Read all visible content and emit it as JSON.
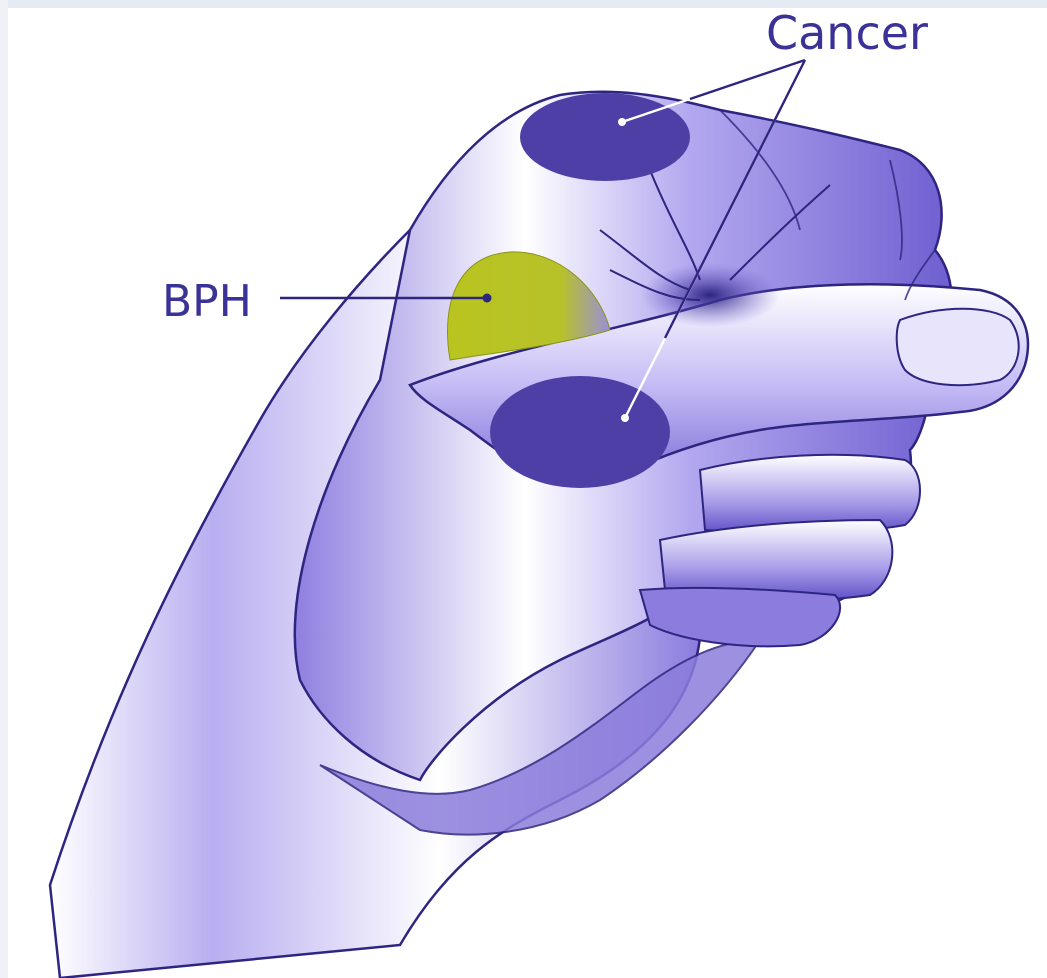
{
  "labels": {
    "cancer": "Cancer",
    "bph": "BPH"
  },
  "colors": {
    "outline": "#2d2580",
    "hand_fill": "#a79be6",
    "hand_light": "#ffffff",
    "cancer_region": "#4e3fa6",
    "bph_region": "#b7c22a",
    "label_text": "#3a3296",
    "background": "#ffffff",
    "frame_tint": "#dfe4ef"
  },
  "regions": [
    {
      "name": "cancer",
      "count": 2
    },
    {
      "name": "bph",
      "count": 1
    }
  ]
}
